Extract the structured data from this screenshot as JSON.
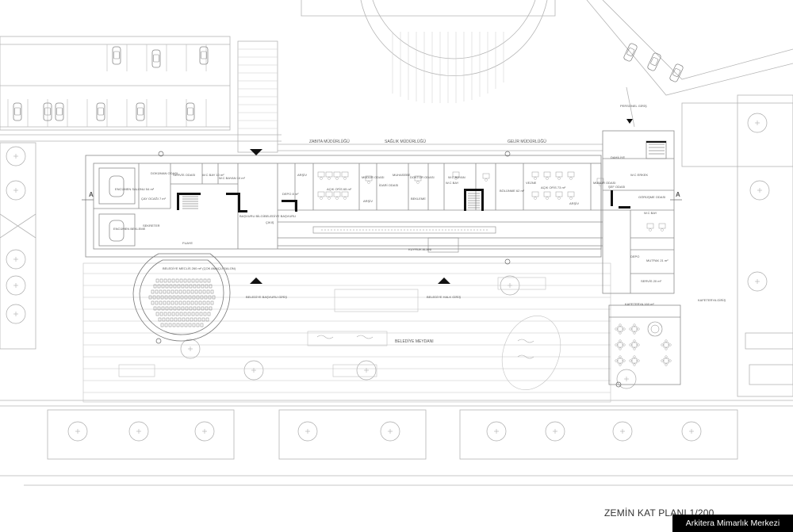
{
  "plan": {
    "title": "ZEMİN KAT PLANI 1/200",
    "credit": "Arkitera Mimarlık Merkezi"
  },
  "departments": {
    "zabita": "ZABITA MÜDÜRLÜĞÜ",
    "saglik": "SAĞLIK MÜDÜRLÜĞÜ",
    "gelir": "GELİR MÜDÜRLÜĞÜ"
  },
  "square": {
    "name": "BELEDİYE MEYDANI"
  },
  "section": {
    "marker": "A"
  },
  "rooms": {
    "encumen_salonu": "ENCÜMEN SALONU 54 m²",
    "encumen_bekleme": "ENCÜMEN BEKLEME",
    "cay_ocagi": "ÇAY OCAĞI 7 m²",
    "sekreter": "SEKRETER",
    "dokumanlar": "DOKÜMAN ODASI",
    "servis_odasi": "SERVİS ODASI",
    "wc_bay_1": "W.C BAY 10 m²",
    "wc_bayan_1": "W.C BAYAN 10 m²",
    "fuaye": "FUAYE",
    "basvuru_bilgi": "BAŞVURU BİLGİ",
    "belediye_basvuru": "BELEDİYE BAŞVURU",
    "basvuru_cikis": "ÇIKIŞ",
    "depo": "DEPO 8 m²",
    "arsiv": "ARŞİV",
    "acik_ofis_1": "AÇIK OFİS 65 m²",
    "mudur_odasi": "MÜDÜR ODASI",
    "idari_odasi": "İDARİ ODASI",
    "arsiv_2": "ARŞİV",
    "muhasebe": "MUHASEBE",
    "doktor_odasi": "DOKTOR ODASI",
    "bekleme": "BEKLEME",
    "wc_bayan_2": "W.C BAYAN",
    "wc_bay_2": "W.C BAY",
    "kuyruk_alani": "KUYRUK ALANI",
    "bolunme": "BÖLÜNME 62 m²",
    "acik_ofis_2": "AÇIK OFİS 73 m²",
    "arsiv_3": "ARŞİV",
    "vezne": "VEZNE",
    "mudur_odasi_2": "MÜDÜR ODASI",
    "eski_muhasebe": "ŞEF ODASI",
    "dahilya": "DAHİLİYE",
    "wc_erkek_3": "W.C ERKEK",
    "gorusme": "GÖRÜŞME ODASI",
    "wc_bay_3": "W.C BAY",
    "depo_2": "DEPO",
    "mutfak": "MUTFAK 21 m²",
    "servis": "SERVİS 20 m²",
    "kafeterya": "KAFETERYA 160 m²",
    "kafeterya_giris": "KAFETERYA GİRİŞ",
    "belediye_meclis": "BELEDİYE MECLİS 260 m² (ÇOK AMAÇLI SALON)",
    "personel_giris": "PERSONEL GİRİŞ",
    "belediye_basvuru_giris": "BELEDİYE BAŞVURU GİRİŞ",
    "belediye_halk_giris": "BELEDİYE HALK GİRİŞ"
  },
  "colors": {
    "line": "#9a9a9a",
    "wall": "#111111",
    "background": "#ffffff"
  }
}
